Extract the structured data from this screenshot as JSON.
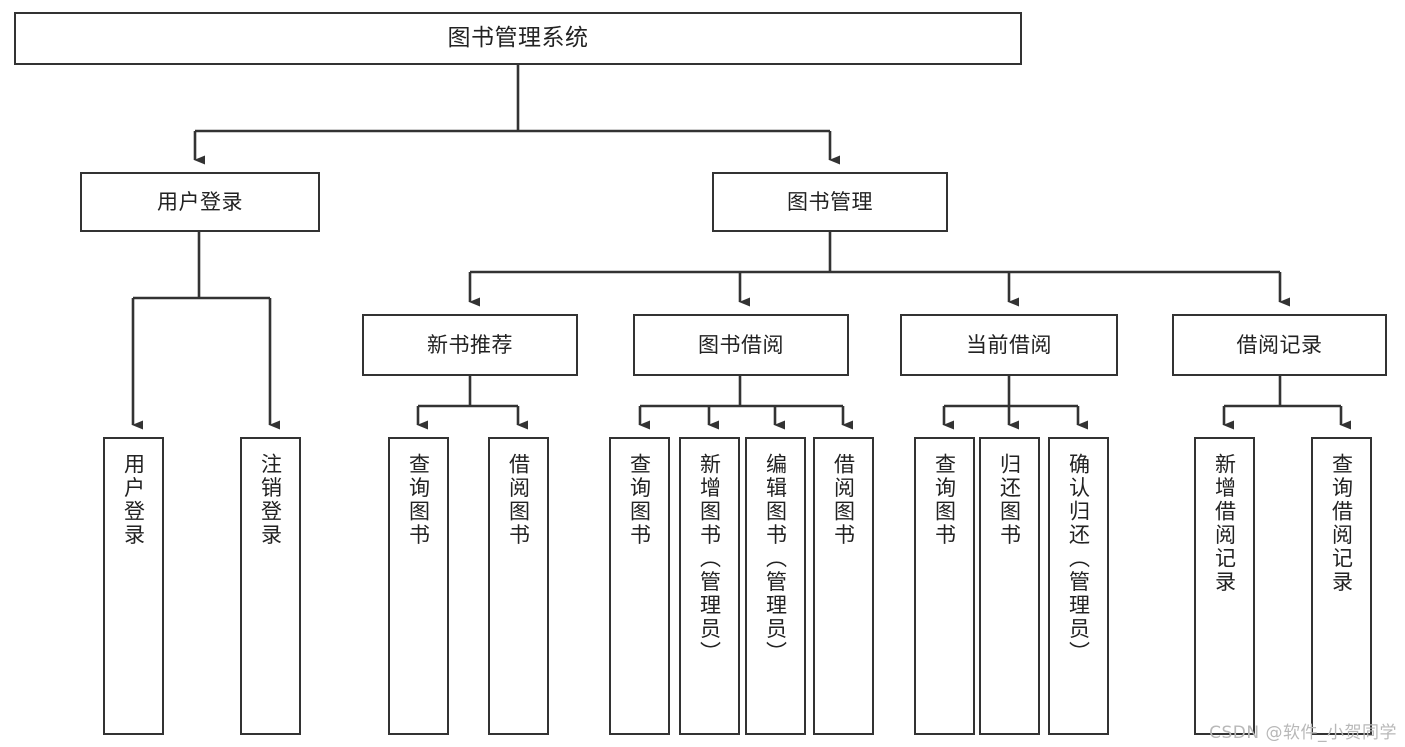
{
  "diagram": {
    "title": "图书管理系统",
    "type": "tree-hierarchy",
    "colors": {
      "box_border": "#333333",
      "box_fill": "#ffffff",
      "edge": "#333333",
      "text": "#222222",
      "watermark": "#b8b8b8",
      "background": "#ffffff"
    },
    "watermark": "CSDN @软件_小贺同学",
    "levels": {
      "level0": "图书管理系统",
      "level1": [
        "用户登录",
        "图书管理"
      ],
      "level2": [
        "新书推荐",
        "图书借阅",
        "当前借阅",
        "借阅记录"
      ]
    },
    "nodes": {
      "root": {
        "label": "图书管理系统"
      },
      "user_login": {
        "label": "用户登录"
      },
      "book_manage": {
        "label": "图书管理"
      },
      "new_book_rec": {
        "label": "新书推荐"
      },
      "book_borrow": {
        "label": "图书借阅"
      },
      "current_borrow": {
        "label": "当前借阅"
      },
      "borrow_record": {
        "label": "借阅记录"
      },
      "leaf_user_login": {
        "label": "用户登录"
      },
      "leaf_user_logout": {
        "label": "注销登录"
      },
      "leaf_query_book_a": {
        "label": "查询图书"
      },
      "leaf_borrow_book_a": {
        "label": "借阅图书"
      },
      "leaf_query_book_b": {
        "label": "查询图书"
      },
      "leaf_add_book": {
        "label": "新增图书（管理员）"
      },
      "leaf_edit_book": {
        "label": "编辑图书（管理员）"
      },
      "leaf_borrow_book_b": {
        "label": "借阅图书"
      },
      "leaf_query_book_c": {
        "label": "查询图书"
      },
      "leaf_return_book": {
        "label": "归还图书"
      },
      "leaf_confirm_return": {
        "label": "确认归还（管理员）"
      },
      "leaf_add_record": {
        "label": "新增借阅记录"
      },
      "leaf_query_record": {
        "label": "查询借阅记录"
      }
    }
  }
}
